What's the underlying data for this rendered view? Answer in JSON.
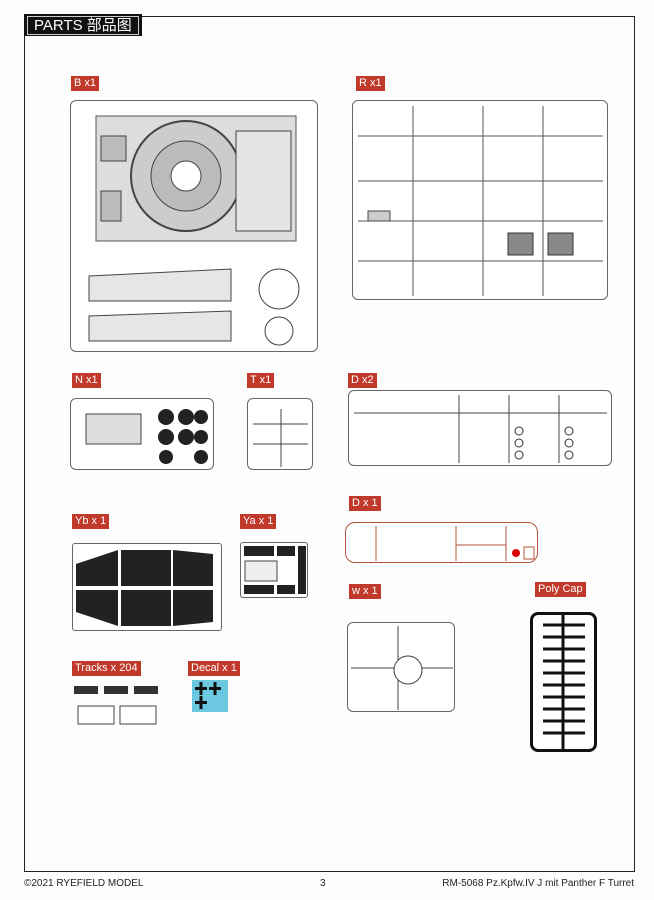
{
  "header": {
    "title": "PARTS 部品图"
  },
  "sprues": {
    "b": "B x1",
    "r": "R x1",
    "n": "N x1",
    "t": "T x1",
    "d2": "D x2",
    "d1": "D x 1",
    "yb": "Yb x 1",
    "ya": "Ya x 1",
    "w": "w x 1",
    "poly": "Poly Cap",
    "tracks": "Tracks x 204",
    "decal": "Decal x 1"
  },
  "colors": {
    "label_bg": "#c0392b",
    "red_sprue": "#b5533c"
  },
  "footer": {
    "copyright": "©2021 RYEFIELD MODEL",
    "page": "3",
    "product": "RM-5068 Pz.Kpfw.IV J mit Panther F Turret"
  }
}
